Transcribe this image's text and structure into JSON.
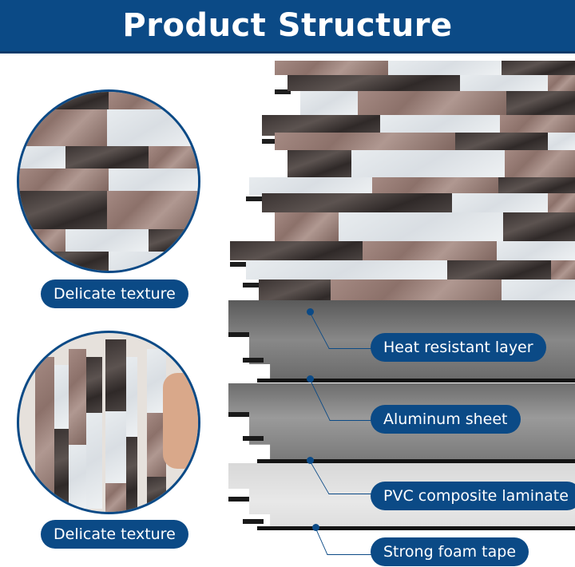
{
  "header": {
    "title": "Product Structure",
    "background_color": "#0b4a86"
  },
  "left_panel": {
    "items": [
      {
        "label": "Delicate texture",
        "image": "close-up-tile-texture"
      },
      {
        "label": "Delicate texture",
        "image": "hands-applying-tile-sheet"
      }
    ]
  },
  "layers": [
    {
      "label": "Heat resistant layer"
    },
    {
      "label": "Aluminum sheet"
    },
    {
      "label": "PVC composite laminate"
    },
    {
      "label": "Strong foam tape"
    }
  ],
  "colors": {
    "accent": "#0b4a86",
    "tile_brown": "#9a7f78",
    "tile_dark": "#3f3836",
    "tile_white": "#e3e7ea",
    "aluminum_grey": "#8a8a8a",
    "pvc_light": "#e2e2e2"
  }
}
